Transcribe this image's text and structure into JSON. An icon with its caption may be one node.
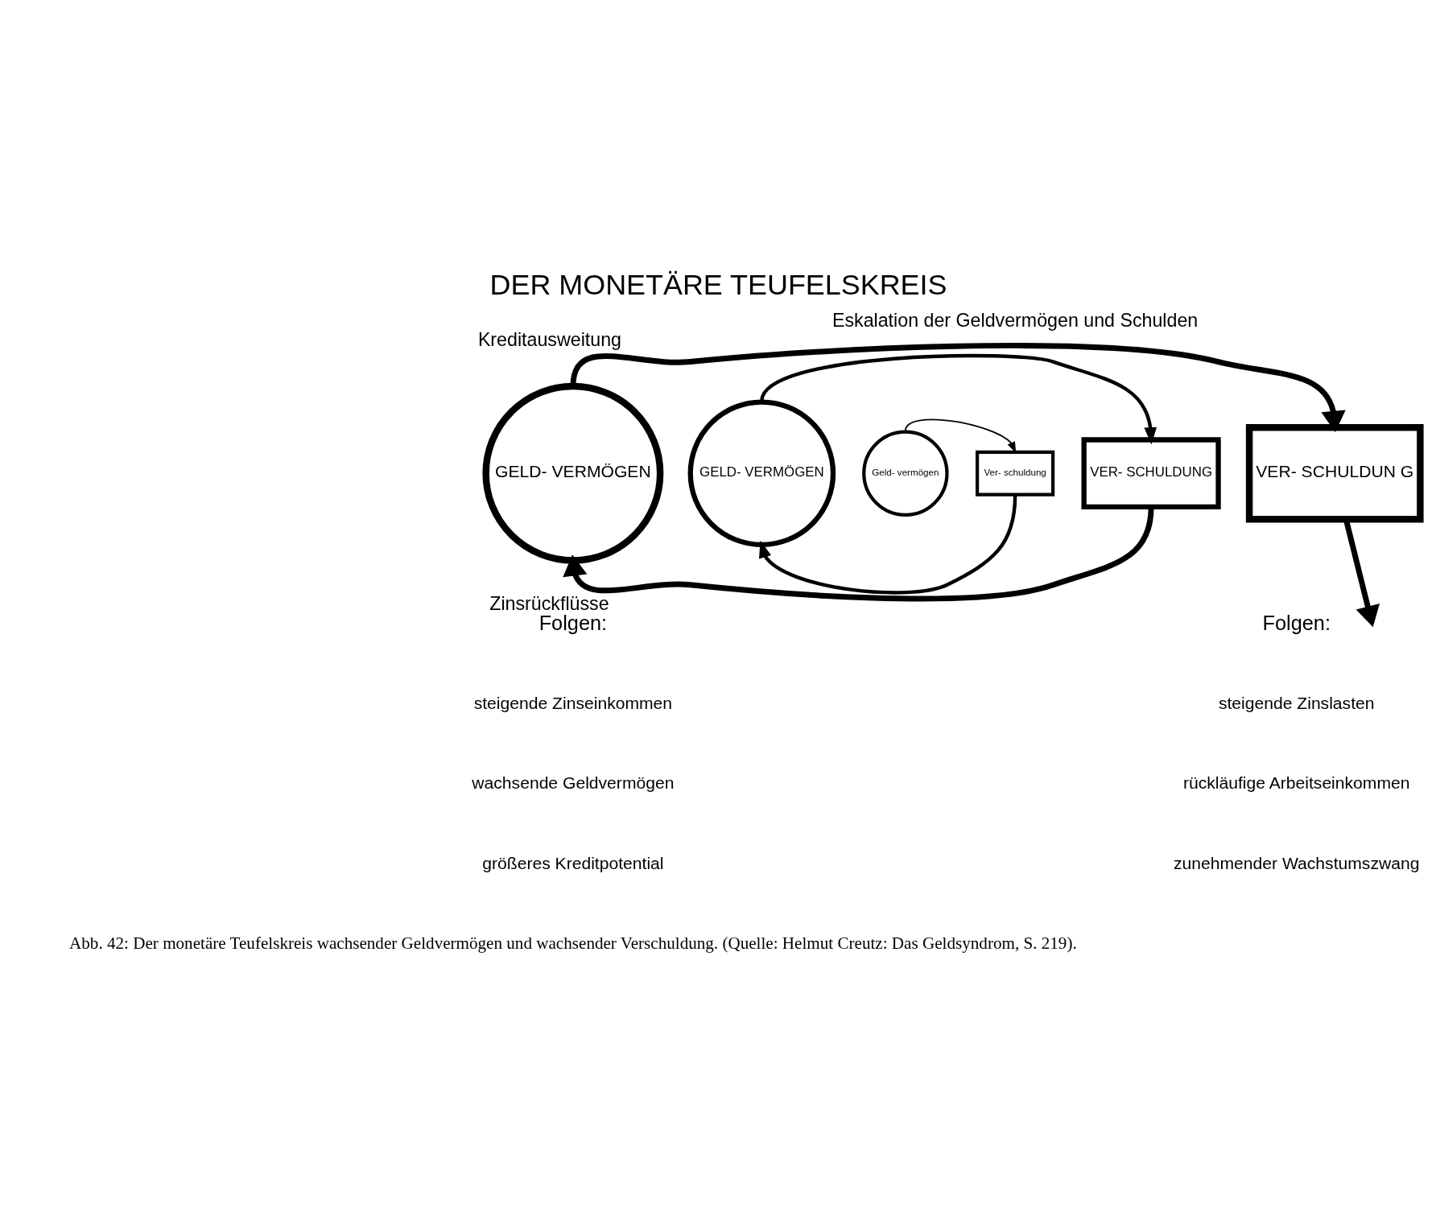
{
  "diagram": {
    "title": "DER MONETÄRE TEUFELSKREIS",
    "caption": "Abb. 42: Der monetäre Teufelskreis wachsender Geldvermögen und wachsender Verschuldung. (Quelle: Helmut Creutz: Das Geldsyndrom, S. 219).",
    "nodes": [
      {
        "text": [
          "GELD- VERMÖGEN"
        ]
      },
      {
        "text": [
          "GELD- VERMÖGEN"
        ]
      },
      {
        "text": [
          "Geld- vermögen"
        ]
      },
      {
        "text": [
          "Ver- schuldung"
        ]
      },
      {
        "text": [
          "VER- SCHULDUNG"
        ]
      },
      {
        "text": [
          "VER- SCHULDUN G"
        ]
      }
    ],
    "edges": [
      {
        "from": 2,
        "to": 3,
        "arrow": "to"
      },
      {
        "from": 3,
        "to": 1,
        "arrow": "to"
      },
      {
        "from": 1,
        "to": 4,
        "arrow": "to"
      },
      {
        "from": 4,
        "to": 0,
        "arrow": "to",
        "label": "Zinsrückflüsse"
      },
      {
        "from": 0,
        "to": 5,
        "arrow": "to",
        "label": "Kreditausweitung"
      },
      {
        "from": 5,
        "to": null,
        "arrow": "to"
      }
    ],
    "labels": [
      "Eskalation der Geldvermögen und Schulden",
      "Folgen:",
      "steigende Zinseinkommen",
      "wachsende Geldvermögen",
      "größeres Kreditpotential",
      "Folgen:",
      "steigende Zinslasten",
      "rückläufige Arbeitseinkommen",
      "zunehmender Wachstumszwang"
    ]
  }
}
